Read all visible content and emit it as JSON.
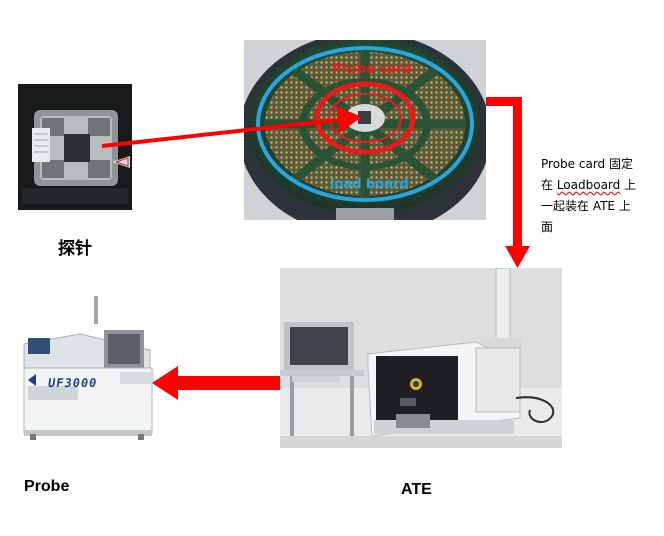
{
  "labels": {
    "probe_needle": "探针",
    "probe": "Probe",
    "ate": "ATE"
  },
  "overlay": {
    "probe_card": "Probe card",
    "load_board": "load board"
  },
  "note": {
    "line1_a": "Probe card ",
    "line1_b": "固定",
    "line2_a": "在 ",
    "line2_b": "Loadboard",
    "line2_c": " 上",
    "line3": "一起装在 ATE 上",
    "line4": "面"
  },
  "machine_brand": "UF3000",
  "colors": {
    "arrow": "#ff0000",
    "overlay_red": "#e81b1b",
    "overlay_blue": "#1e90d8",
    "ring_blue": "#27a6e0"
  }
}
